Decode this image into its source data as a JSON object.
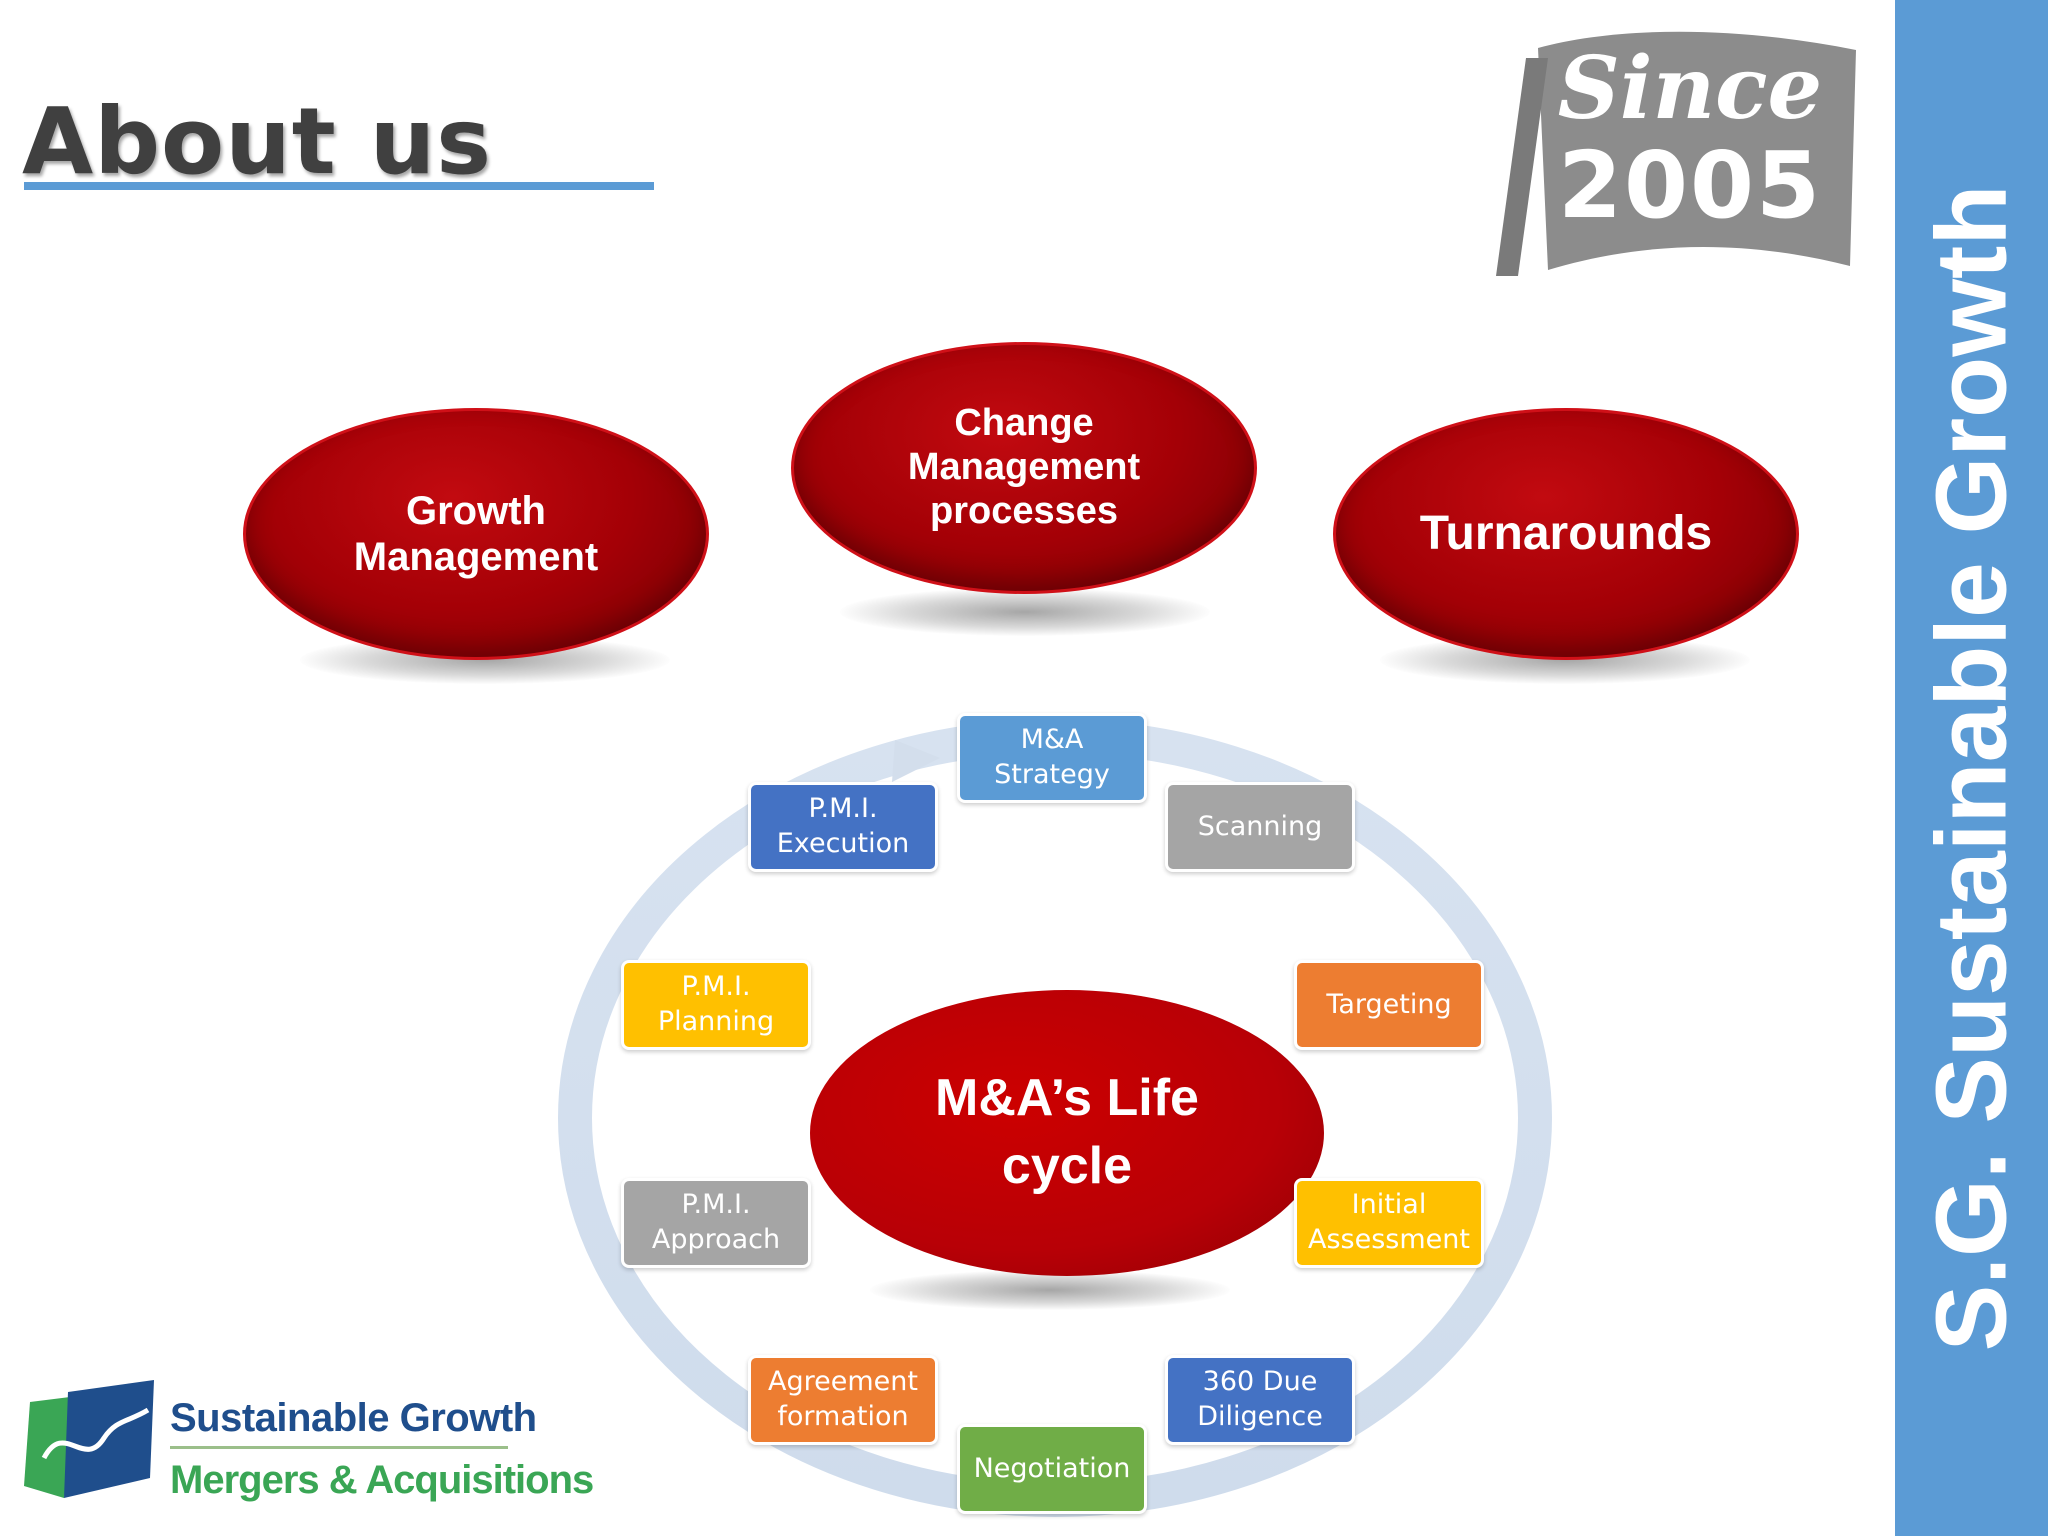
{
  "title": "About us",
  "sidebar": {
    "text": "S.G. Sustainable Growth"
  },
  "badge": {
    "word": "Since",
    "year": "2005"
  },
  "focus_areas": [
    {
      "label": "Growth Management"
    },
    {
      "label": "Change Management processes"
    },
    {
      "label": "Turnarounds"
    }
  ],
  "lifecycle": {
    "center_label": "M&A’s Life cycle",
    "steps": [
      {
        "label": "M&A\nStrategy",
        "color": "#5b9bd5"
      },
      {
        "label": "Scanning",
        "color": "#a5a5a5"
      },
      {
        "label": "Targeting",
        "color": "#ed7d31"
      },
      {
        "label": "Initial\nAssessment",
        "color": "#ffc000"
      },
      {
        "label": "360 Due\nDiligence",
        "color": "#4472c4"
      },
      {
        "label": "Negotiation",
        "color": "#70ad47"
      },
      {
        "label": "Agreement\nformation",
        "color": "#ed7d31"
      },
      {
        "label": "P.M.I.\nApproach",
        "color": "#a5a5a5"
      },
      {
        "label": "P.M.I.\nPlanning",
        "color": "#ffc000"
      },
      {
        "label": "P.M.I.\nExecution",
        "color": "#4472c4"
      }
    ]
  },
  "logo": {
    "line1": "Sustainable Growth",
    "line2": "Mergers & Acquisitions"
  },
  "colors": {
    "accent_blue": "#5b9bd5",
    "oval_red": "#a40006",
    "cycle_arrow": "#d3deec"
  }
}
